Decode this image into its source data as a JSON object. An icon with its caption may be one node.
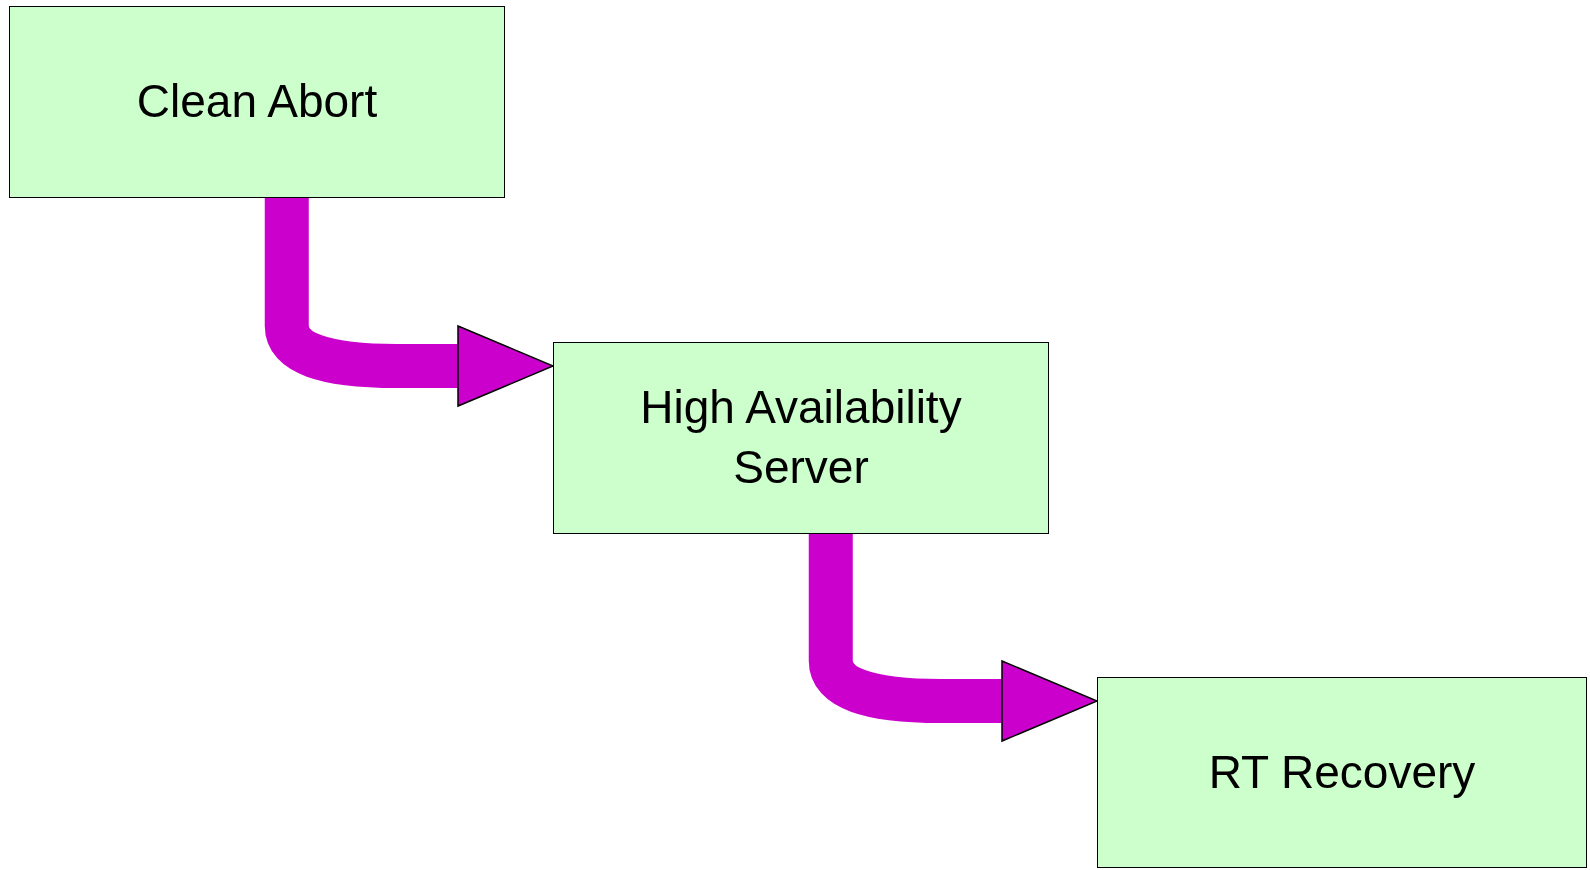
{
  "diagram": {
    "nodes": [
      {
        "text": [
          "Clean Abort"
        ]
      },
      {
        "text": [
          "High Availability Server"
        ]
      },
      {
        "text": [
          "RT Recovery"
        ]
      }
    ],
    "edges": [
      {
        "from": 0,
        "to": 1,
        "arrow": "to"
      },
      {
        "from": 1,
        "to": 2,
        "arrow": "to"
      }
    ]
  }
}
